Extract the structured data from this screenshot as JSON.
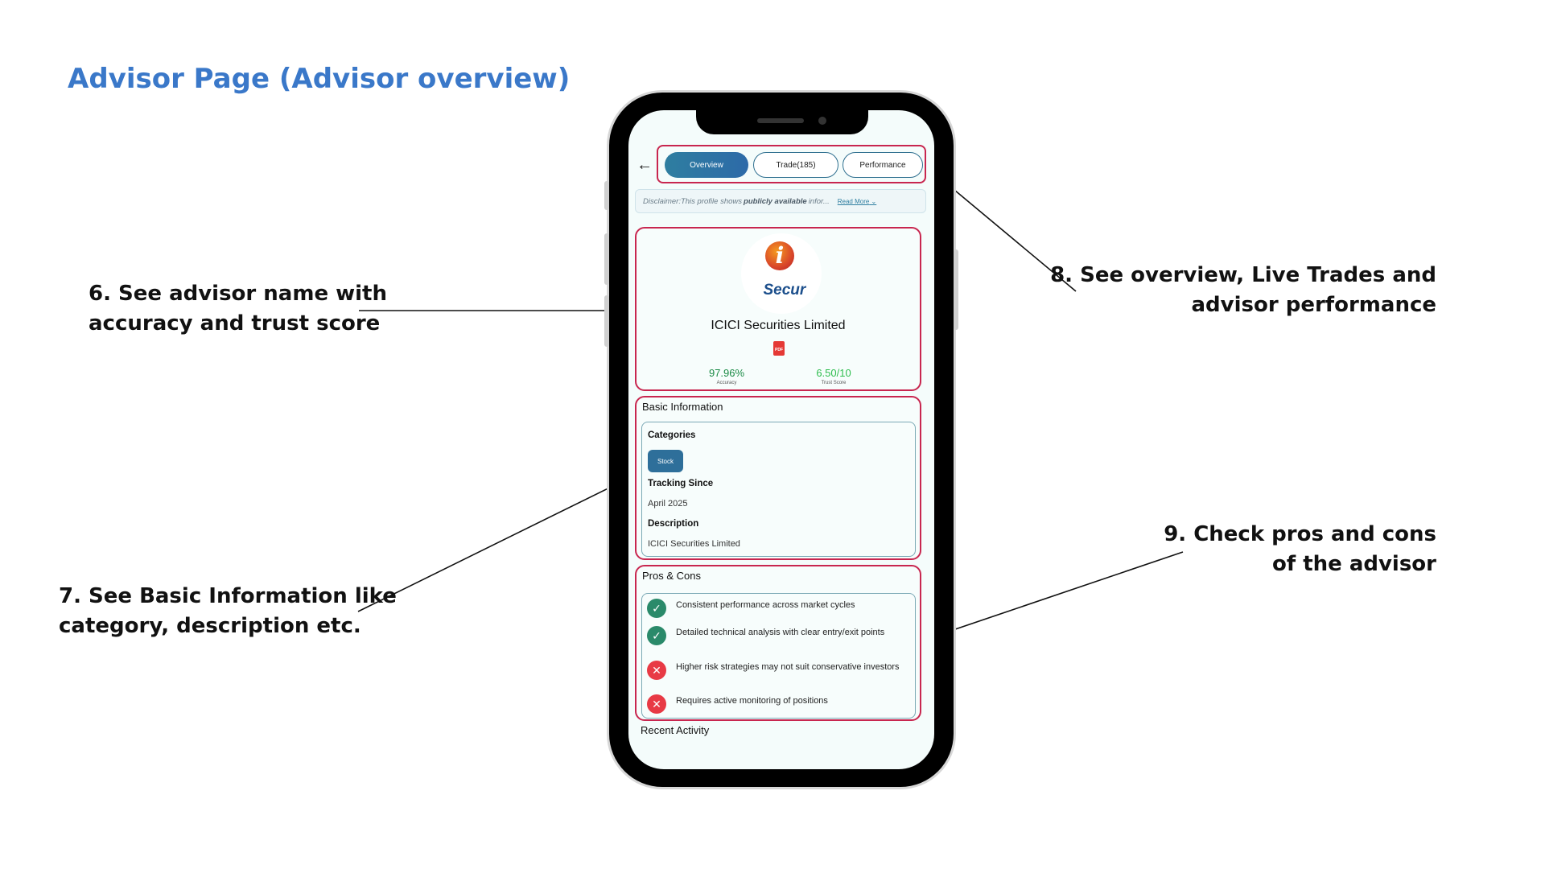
{
  "page_title": "Advisor Page (Advisor overview)",
  "callouts": {
    "c6": "6. See advisor name with\naccuracy and trust score",
    "c7": "7. See Basic Information like\ncategory, description etc.",
    "c8": "8. See overview, Live Trades and\nadvisor performance",
    "c9": "9. Check pros and cons\nof the advisor"
  },
  "app": {
    "tabs": [
      {
        "label": "Overview",
        "active": true
      },
      {
        "label": "Trade(185)",
        "active": false
      },
      {
        "label": "Performance",
        "active": false
      }
    ],
    "disclaimer": {
      "prefix": "Disclaimer:This profile shows",
      "bold": "publicly available",
      "suffix": "infor...",
      "read_more": "Read More"
    },
    "profile": {
      "logo_text": "Secur",
      "name": "ICICI Securities Limited",
      "accuracy_value": "97.96%",
      "accuracy_label": "Accuracy",
      "trust_value": "6.50/10",
      "trust_label": "Trust Score"
    },
    "basic_info": {
      "title": "Basic Information",
      "categories_label": "Categories",
      "category_chip": "Stock",
      "tracking_label": "Tracking Since",
      "tracking_value": "April 2025",
      "description_label": "Description",
      "description_value": "ICICI Securities Limited"
    },
    "pros_cons": {
      "title": "Pros & Cons",
      "items": [
        {
          "type": "pro",
          "text": "Consistent performance across market cycles"
        },
        {
          "type": "pro",
          "text": "Detailed technical analysis with clear entry/exit points"
        },
        {
          "type": "con",
          "text": "Higher risk strategies may not suit conservative investors"
        },
        {
          "type": "con",
          "text": "Requires active monitoring of positions"
        }
      ]
    },
    "recent_activity": "Recent Activity"
  },
  "colors": {
    "title_blue": "#3a78c9",
    "highlight_red": "#c8264f",
    "pro_green": "#2a8a6a",
    "con_red": "#e83a45"
  }
}
